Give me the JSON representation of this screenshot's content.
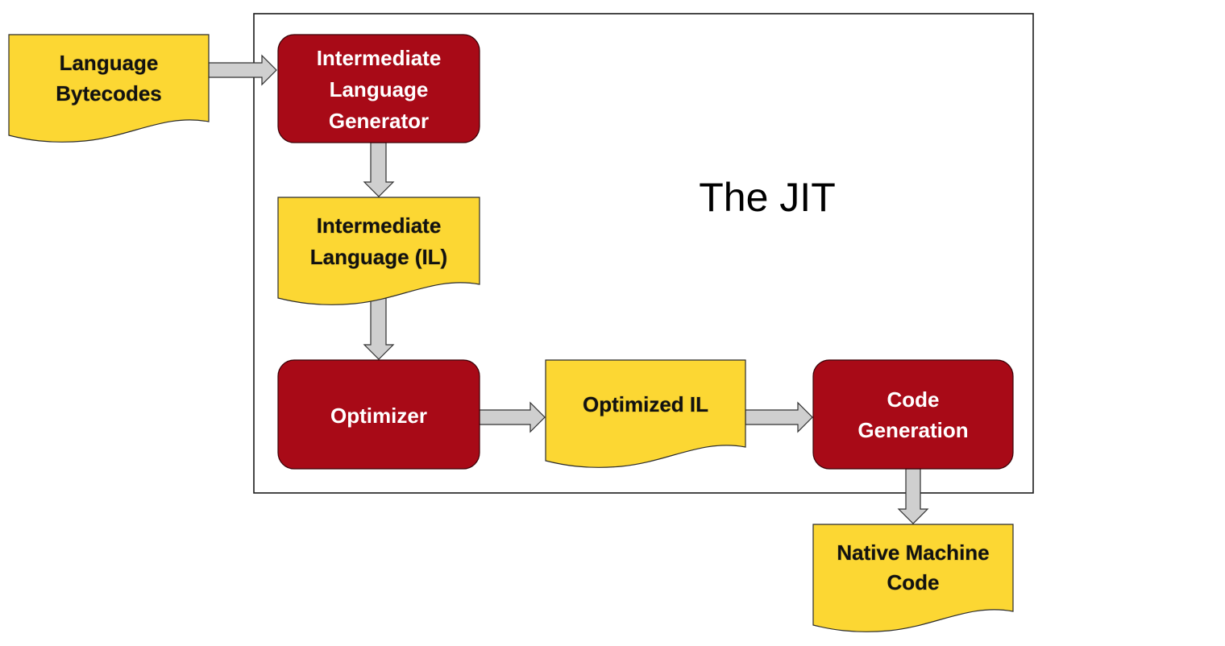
{
  "title": "The JIT",
  "colors": {
    "document_fill": "#fcd733",
    "process_fill": "#a80a17",
    "arrow_fill": "#cfcfcf"
  },
  "nodes": {
    "language_bytecodes": {
      "kind": "document",
      "lines": [
        "Language",
        "Bytecodes"
      ]
    },
    "il_generator": {
      "kind": "process",
      "lines": [
        "Intermediate",
        "Language",
        "Generator"
      ]
    },
    "intermediate_language": {
      "kind": "document",
      "lines": [
        "Intermediate",
        "Language (IL)"
      ]
    },
    "optimizer": {
      "kind": "process",
      "lines": [
        "Optimizer"
      ]
    },
    "optimized_il": {
      "kind": "document",
      "lines": [
        "Optimized IL"
      ]
    },
    "code_generation": {
      "kind": "process",
      "lines": [
        "Code",
        "Generation"
      ]
    },
    "native_machine_code": {
      "kind": "document",
      "lines": [
        "Native Machine",
        "Code"
      ]
    }
  },
  "edges": [
    {
      "from": "language_bytecodes",
      "to": "il_generator"
    },
    {
      "from": "il_generator",
      "to": "intermediate_language"
    },
    {
      "from": "intermediate_language",
      "to": "optimizer"
    },
    {
      "from": "optimizer",
      "to": "optimized_il"
    },
    {
      "from": "optimized_il",
      "to": "code_generation"
    },
    {
      "from": "code_generation",
      "to": "native_machine_code"
    }
  ]
}
